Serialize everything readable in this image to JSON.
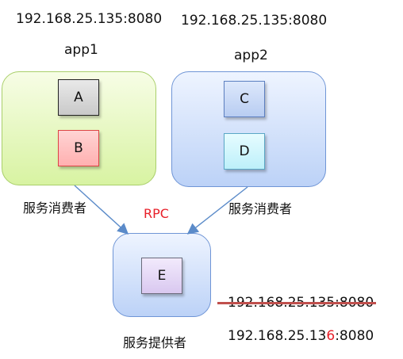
{
  "ips": {
    "app1": "192.168.25.135:8080",
    "app2": "192.168.25.135:8080",
    "old_provider": "192.168.25.135:8080",
    "new_provider_prefix": "192.168.25.13",
    "new_provider_changed": "6",
    "new_provider_suffix": ":8080"
  },
  "apps": {
    "app1": {
      "title": "app1"
    },
    "app2": {
      "title": "app2"
    }
  },
  "nodes": {
    "a": "A",
    "b": "B",
    "c": "C",
    "d": "D",
    "e": "E"
  },
  "labels": {
    "consumer_left": "服务消费者",
    "consumer_right": "服务消费者",
    "rpc": "RPC",
    "provider": "服务提供者"
  },
  "colors": {
    "rpc": "#e8202a",
    "highlight": "#e8202a",
    "strike": "#c0504d",
    "arrow": "#5b8bc9"
  }
}
